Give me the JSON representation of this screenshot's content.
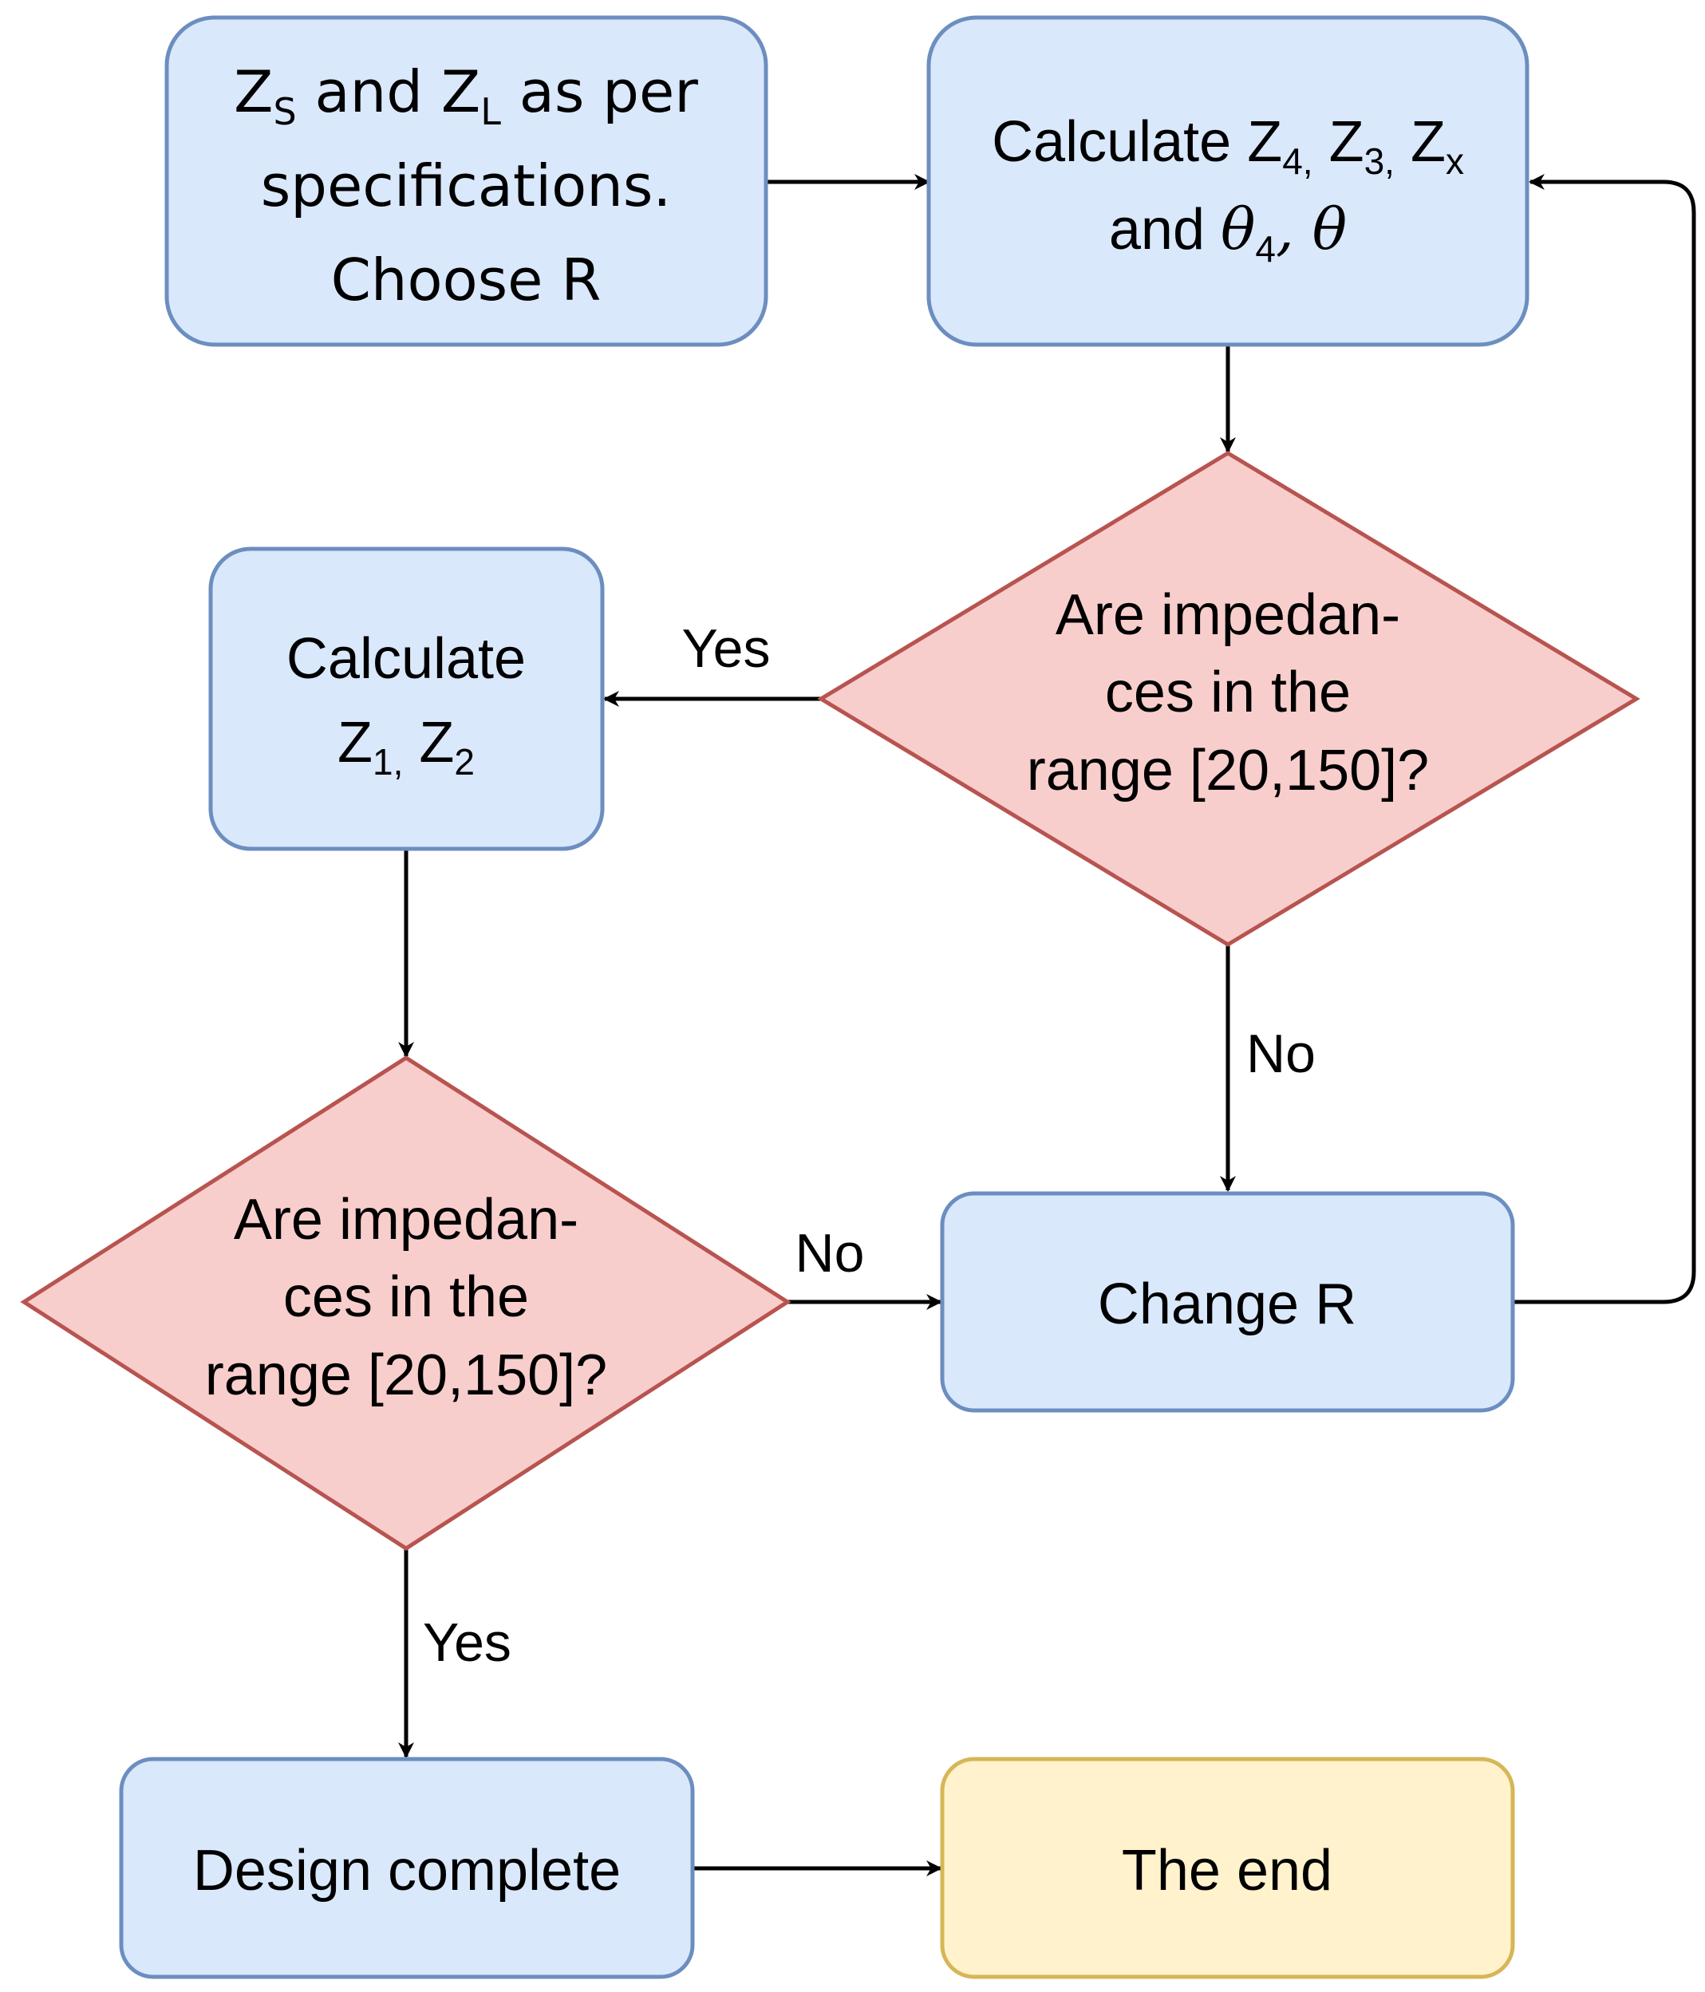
{
  "nodes": {
    "start": {
      "line1_z": "Z",
      "line1_sub_s": "S",
      "line1_and": " and Z",
      "line1_sub_l": "L",
      "line1_rest": " as per",
      "line2": "specifications.",
      "line3": "Choose R"
    },
    "calc_z4": {
      "line1_prefix": "Calculate Z",
      "sub_4": "4,",
      "z3": " Z",
      "sub_3": "3,",
      "zx": " Z",
      "sub_x": "x",
      "line2_prefix": "and ",
      "theta4": "θ",
      "theta4_sub": "4",
      "theta_rest": ", θ"
    },
    "decision_1": {
      "line1": "Are impedan-",
      "line2": "ces in the",
      "line3": "range [20,150]?"
    },
    "calc_z1": {
      "line1": "Calculate",
      "z1": "Z",
      "sub_1": "1,",
      "z2": " Z",
      "sub_2": "2"
    },
    "decision_2": {
      "line1": "Are impedan-",
      "line2": "ces in the",
      "line3": "range [20,150]?"
    },
    "change_r": {
      "label": "Change R"
    },
    "design_complete": {
      "label": "Design complete"
    },
    "the_end": {
      "label": "The end"
    }
  },
  "edges": {
    "yes_1": "Yes",
    "no_1": "No",
    "no_2": "No",
    "yes_2": "Yes"
  },
  "colors": {
    "process_fill": "#dae8fc",
    "process_stroke": "#6c8ebf",
    "decision_fill": "#f8cecc",
    "decision_stroke": "#b85450",
    "end_fill": "#fff2cc",
    "end_stroke": "#d6b656",
    "edge": "#000000"
  }
}
